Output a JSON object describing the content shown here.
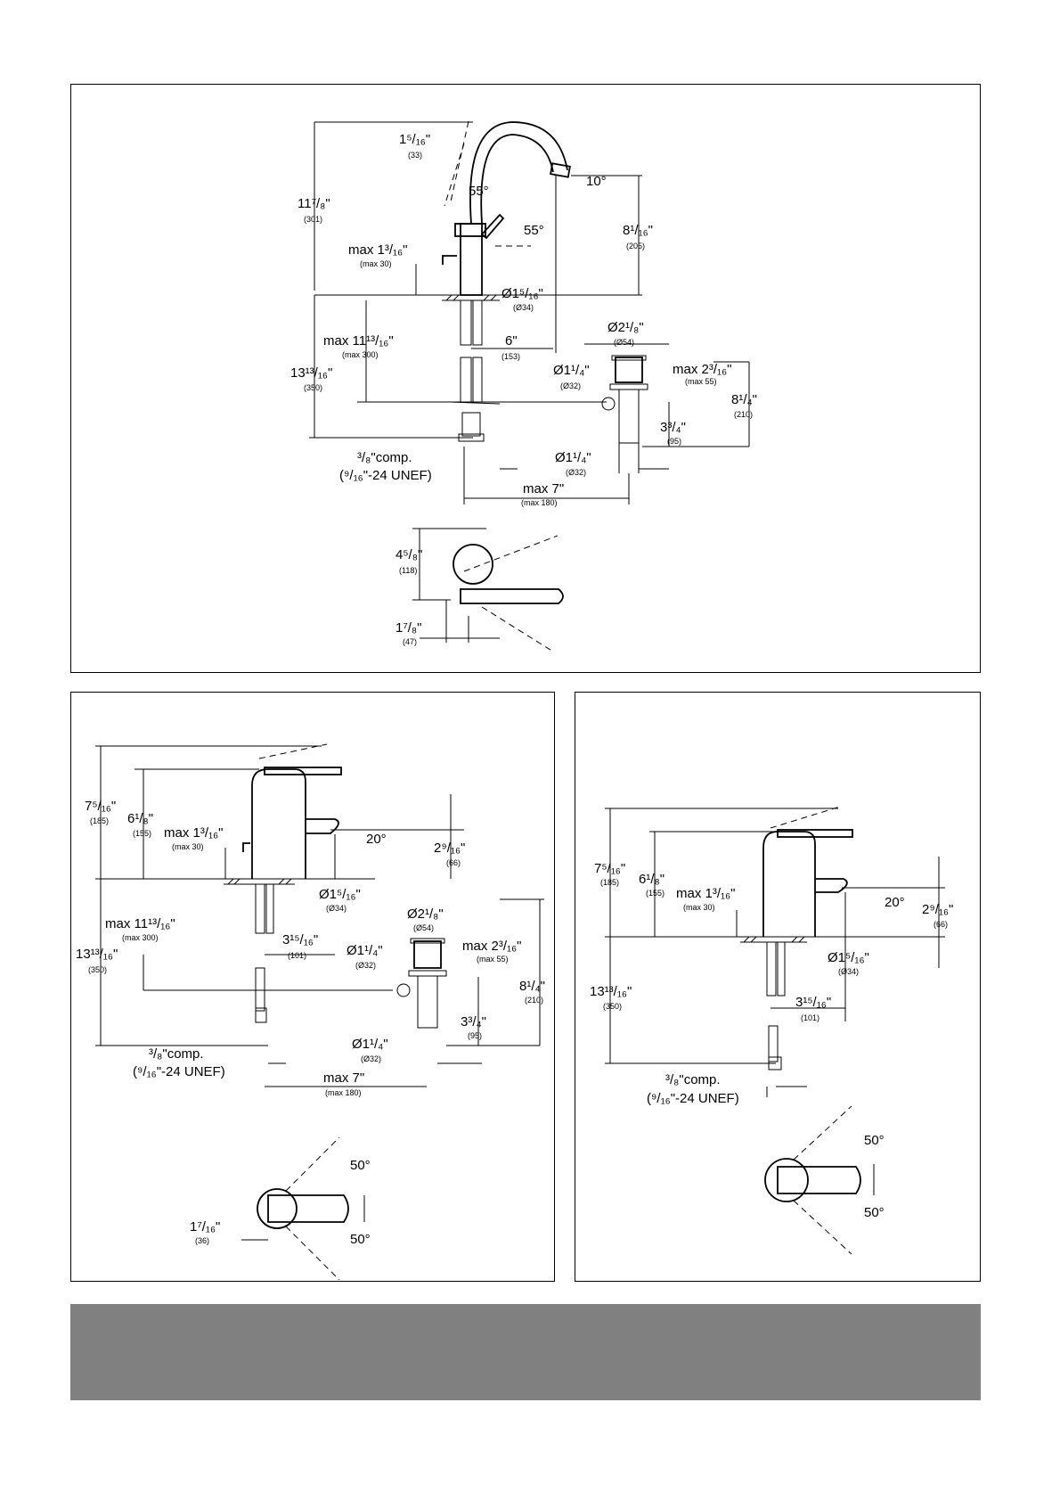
{
  "panel_top": {
    "labels": {
      "spout_offset": "1⁵/₁₆\"",
      "spout_offset_mm": "(33)",
      "angle_a": "55°",
      "angle_b": "55°",
      "angle_c": "10°",
      "height": "11⁷/₈\"",
      "height_mm": "(301)",
      "spout_height": "8¹/₁₆\"",
      "spout_height_mm": "(205)",
      "deck_max": "max 1³/₁₆\"",
      "deck_max_mm": "(max 30)",
      "hole_dia": "Ø1⁵/₁₆\"",
      "hole_dia_mm": "(Ø34)",
      "below_max": "max 11¹³/₁₆\"",
      "below_max_mm": "(max 300)",
      "reach": "6\"",
      "reach_mm": "(153)",
      "total_below": "13¹³/₁₆\"",
      "total_below_mm": "(350)",
      "drain_top_dia": "Ø2¹/₈\"",
      "drain_top_dia_mm": "(Ø54)",
      "drain_dia": "Ø1¹/₄\"",
      "drain_dia_mm": "(Ø32)",
      "drain_max": "max 2³/₁₆\"",
      "drain_max_mm": "(max 55)",
      "drain_h": "8¹/₄\"",
      "drain_h_mm": "(210)",
      "drain_low": "3³/₄\"",
      "drain_low_mm": "(95)",
      "tail_dia": "Ø1¹/₄\"",
      "tail_dia_mm": "(Ø32)",
      "comp": "³/₈\"comp.",
      "unef": "(⁹/₁₆\"-24 UNEF)",
      "max_reach": "max 7\"",
      "max_reach_mm": "(max 180)",
      "plan_h": "4⁵/₈\"",
      "plan_h_mm": "(118)",
      "plan_w": "1⁷/₈\"",
      "plan_w_mm": "(47)"
    }
  },
  "panel_bl": {
    "labels": {
      "h1": "7⁵/₁₆\"",
      "h1_mm": "(185)",
      "h2": "6¹/₈\"",
      "h2_mm": "(155)",
      "deck_max": "max 1³/₁₆\"",
      "deck_max_mm": "(max 30)",
      "angle": "20°",
      "spout_h": "2⁹/₁₆\"",
      "spout_h_mm": "(66)",
      "hole_dia": "Ø1⁵/₁₆\"",
      "hole_dia_mm": "(Ø34)",
      "below_max": "max 11¹³/₁₆\"",
      "below_max_mm": "(max 300)",
      "drain_top_dia": "Ø2¹/₈\"",
      "drain_top_dia_mm": "(Ø54)",
      "reach": "3¹⁵/₁₆\"",
      "reach_mm": "(101)",
      "drain_dia": "Ø1¹/₄\"",
      "drain_dia_mm": "(Ø32)",
      "drain_max": "max 2³/₁₆\"",
      "drain_max_mm": "(max 55)",
      "total_below": "13¹³/₁₆\"",
      "total_below_mm": "(350)",
      "drain_h": "8¹/₄\"",
      "drain_h_mm": "(210)",
      "drain_low": "3³/₄\"",
      "drain_low_mm": "(95)",
      "tail_dia": "Ø1¹/₄\"",
      "tail_dia_mm": "(Ø32)",
      "comp": "³/₈\"comp.",
      "unef": "(⁹/₁₆\"-24 UNEF)",
      "max_reach": "max 7\"",
      "max_reach_mm": "(max 180)",
      "rot_a": "50°",
      "rot_b": "50°",
      "plan_w": "1⁷/₁₆\"",
      "plan_w_mm": "(36)"
    }
  },
  "panel_br": {
    "labels": {
      "h1": "7⁵/₁₆\"",
      "h1_mm": "(185)",
      "h2": "6¹/₈\"",
      "h2_mm": "(155)",
      "deck_max": "max 1³/₁₆\"",
      "deck_max_mm": "(max 30)",
      "angle": "20°",
      "spout_h": "2⁹/₁₆\"",
      "spout_h_mm": "(66)",
      "total_below": "13¹³/₁₆\"",
      "total_below_mm": "(350)",
      "hole_dia": "Ø1⁵/₁₆\"",
      "hole_dia_mm": "(Ø34)",
      "reach": "3¹⁵/₁₆\"",
      "reach_mm": "(101)",
      "comp": "³/₈\"comp.",
      "unef": "(⁹/₁₆\"-24 UNEF)",
      "rot_a": "50°",
      "rot_b": "50°"
    }
  }
}
